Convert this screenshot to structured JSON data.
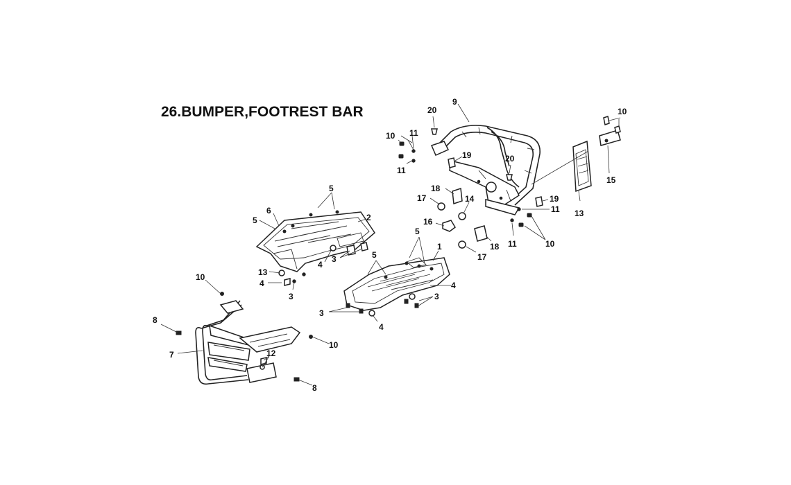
{
  "title": "26.BUMPER,FOOTREST BAR",
  "callouts": [
    {
      "id": "c-20a",
      "number": "20"
    },
    {
      "id": "c-9",
      "number": "9"
    },
    {
      "id": "c-10a",
      "number": "10"
    },
    {
      "id": "c-11a",
      "number": "11"
    },
    {
      "id": "c-19a",
      "number": "19"
    },
    {
      "id": "c-11b",
      "number": "11"
    },
    {
      "id": "c-20b",
      "number": "20"
    },
    {
      "id": "c-18a",
      "number": "18"
    },
    {
      "id": "c-17a",
      "number": "17"
    },
    {
      "id": "c-14",
      "number": "14"
    },
    {
      "id": "c-16",
      "number": "16"
    },
    {
      "id": "c-18b",
      "number": "18"
    },
    {
      "id": "c-17b",
      "number": "17"
    },
    {
      "id": "c-19b",
      "number": "19"
    },
    {
      "id": "c-11c",
      "number": "11"
    },
    {
      "id": "c-11d",
      "number": "11"
    },
    {
      "id": "c-10b",
      "number": "10"
    },
    {
      "id": "c-10c",
      "number": "10"
    },
    {
      "id": "c-15",
      "number": "15"
    },
    {
      "id": "c-13a",
      "number": "13"
    },
    {
      "id": "c-5a",
      "number": "5"
    },
    {
      "id": "c-6",
      "number": "6"
    },
    {
      "id": "c-5b",
      "number": "5"
    },
    {
      "id": "c-2",
      "number": "2"
    },
    {
      "id": "c-13b",
      "number": "13"
    },
    {
      "id": "c-4a",
      "number": "4"
    },
    {
      "id": "c-3a",
      "number": "3"
    },
    {
      "id": "c-4b",
      "number": "4"
    },
    {
      "id": "c-3b",
      "number": "3"
    },
    {
      "id": "c-5c",
      "number": "5"
    },
    {
      "id": "c-5d",
      "number": "5"
    },
    {
      "id": "c-1",
      "number": "1"
    },
    {
      "id": "c-4c",
      "number": "4"
    },
    {
      "id": "c-3c",
      "number": "3"
    },
    {
      "id": "c-3d",
      "number": "3"
    },
    {
      "id": "c-4d",
      "number": "4"
    },
    {
      "id": "c-10d",
      "number": "10"
    },
    {
      "id": "c-8a",
      "number": "8"
    },
    {
      "id": "c-7",
      "number": "7"
    },
    {
      "id": "c-12",
      "number": "12"
    },
    {
      "id": "c-10e",
      "number": "10"
    },
    {
      "id": "c-8b",
      "number": "8"
    }
  ]
}
